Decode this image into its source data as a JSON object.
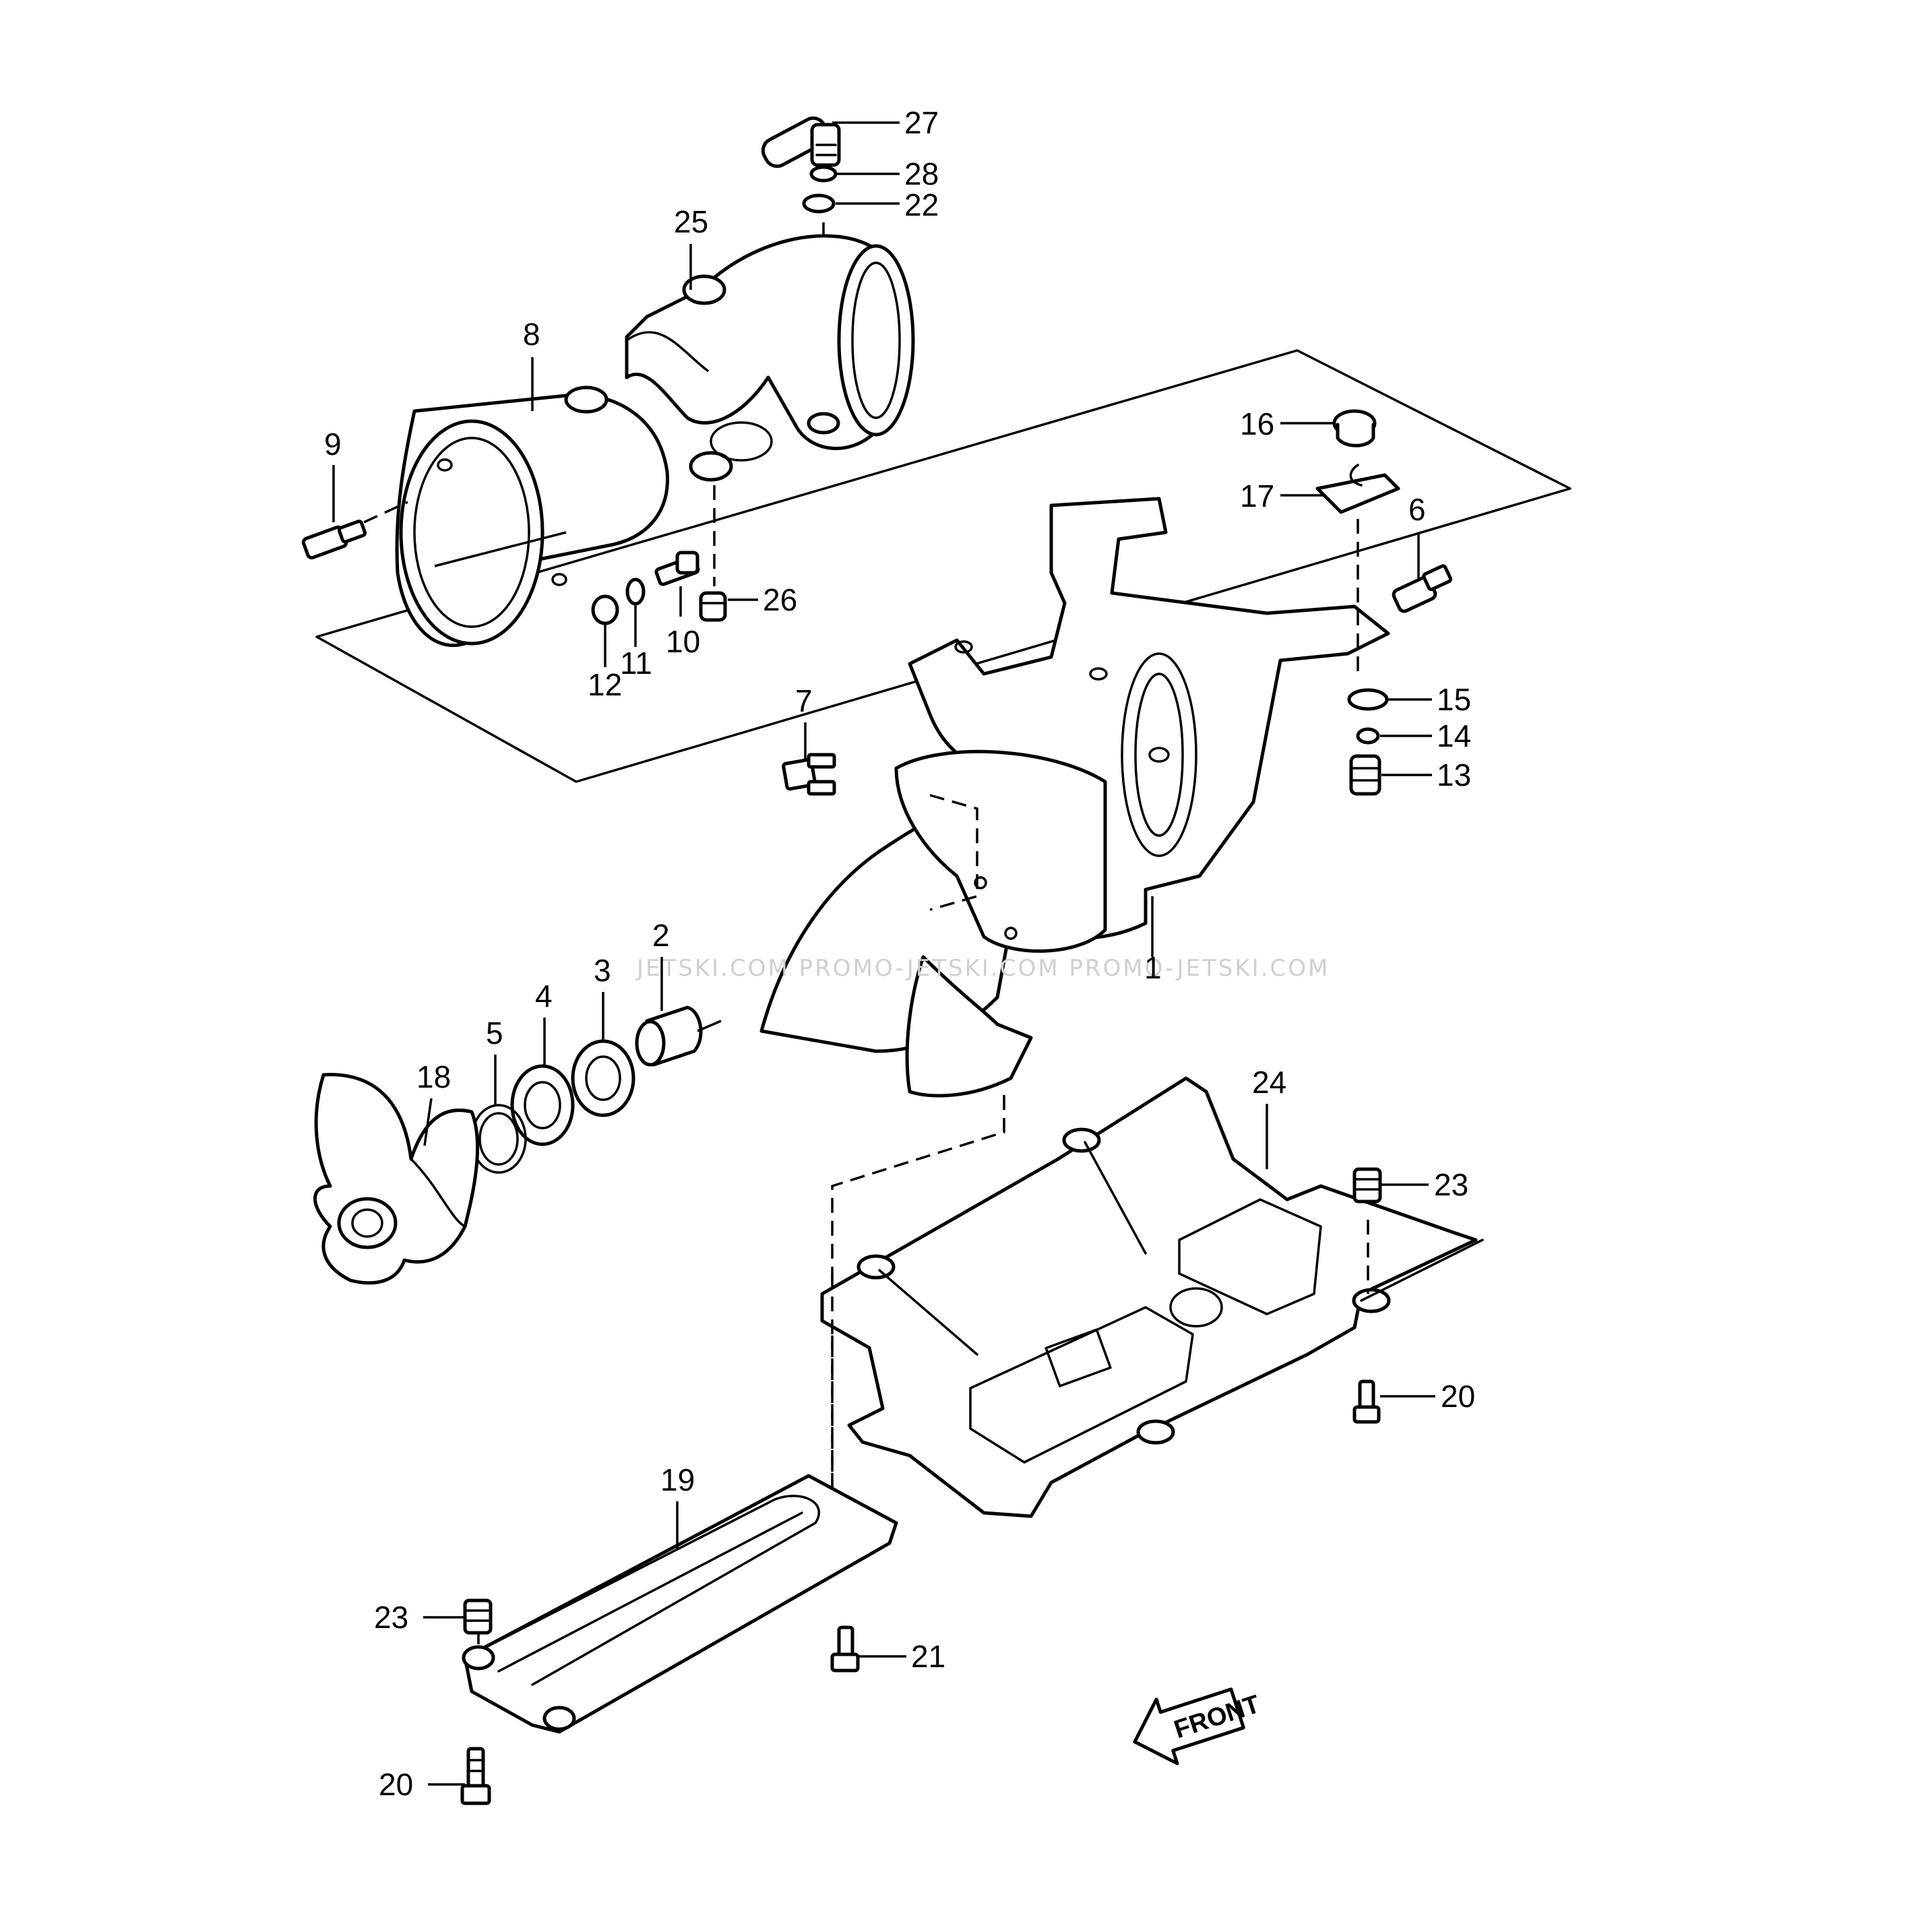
{
  "diagram": {
    "callouts": [
      "27",
      "28",
      "22",
      "25",
      "8",
      "9",
      "16",
      "17",
      "6",
      "26",
      "10",
      "11",
      "12",
      "15",
      "14",
      "13",
      "7",
      "1",
      "2",
      "3",
      "4",
      "5",
      "18",
      "24",
      "23",
      "20",
      "19",
      "23",
      "21",
      "20"
    ],
    "watermark": "JETSKI.COM PROMO-JETSKI.COM PROMO-JETSKI.COM",
    "front_label": "FRONT",
    "colors": {
      "ink": "#000000",
      "paper": "#ffffff",
      "watermark": "#cfcfcf"
    }
  }
}
